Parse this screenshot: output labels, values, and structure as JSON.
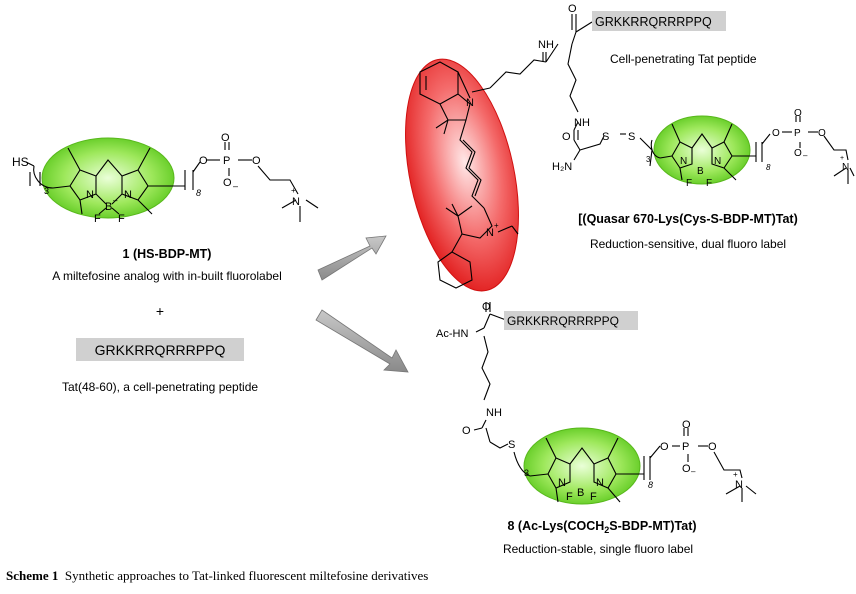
{
  "compound1": {
    "thiol": "HS",
    "chain_n": "3",
    "chain_8": "8",
    "ring_N1": "N",
    "ring_N2": "N",
    "boron": "B",
    "fluorine1": "F",
    "fluorine2": "F",
    "boron_charge": "–",
    "nitrogen_charge": "+",
    "phosphate_O_top": "O",
    "phosphate_O_left": "O",
    "phosphate_P": "P",
    "phosphate_O_right": "O",
    "phosphate_O_bottom": "O",
    "phosphate_minus": "–",
    "ammonium_N": "N",
    "label_number": "1",
    "label_name": "(HS-BDP-MT)",
    "description": "A miltefosine analog with in-built fluorolabel"
  },
  "plus_sign": "+",
  "tat": {
    "sequence": "GRKKRRQRRRPPQ",
    "description": "Tat(48-60), a cell-penetrating peptide"
  },
  "quasar_product": {
    "peptide_box": "GRKKRRQRRRPPQ",
    "carbonyl_O_top": "O",
    "amide_NH_top": "NH",
    "peptide_label": "Cell-penetrating Tat peptide",
    "amide_NH_mid": "NH",
    "carbonyl_O_mid": "O",
    "disulfide_S1": "S",
    "disulfide_S2": "S",
    "amine": "H₂N",
    "chain_n": "3",
    "chain_8": "8",
    "ring_N1": "N",
    "ring_N2": "N",
    "boron": "B",
    "fluorine1": "F",
    "fluorine2": "F",
    "phosphate_O_top": "O",
    "phosphate_O_left": "O",
    "phosphate_P": "P",
    "phosphate_O_right": "O",
    "phosphate_O_bottom": "O",
    "phosphate_minus": "–",
    "ammonium_N": "N",
    "nitrogen_charge": "+",
    "dye_N1": "N",
    "dye_N2": "N",
    "dye_N2_charge": "+",
    "label": "[(Quasar 670-Lys(Cys-S-BDP-MT)Tat)",
    "description": "Reduction-sensitive, dual fluoro label"
  },
  "ac_product": {
    "peptide_box": "GRKKRRQRRRPPQ",
    "carbonyl_O_top": "O",
    "acetyl_amine": "Ac-HN",
    "amide_NH": "NH",
    "carbonyl_O_mid": "O",
    "thioether_S": "S",
    "chain_n": "3",
    "chain_8": "8",
    "ring_N1": "N",
    "ring_N2": "N",
    "boron": "B",
    "fluorine1": "F",
    "fluorine2": "F",
    "phosphate_O_top": "O",
    "phosphate_O_left": "O",
    "phosphate_P": "P",
    "phosphate_O_right": "O",
    "phosphate_O_bottom": "O",
    "phosphate_minus": "–",
    "ammonium_N": "N",
    "nitrogen_charge": "+",
    "label_number": "8",
    "label_name_pre": "(Ac-Lys(COCH",
    "label_sub": "2",
    "label_name_post": "S-BDP-MT)Tat)",
    "description": "Reduction-stable, single fluoro label"
  },
  "caption": {
    "bold": "Scheme 1",
    "text": "Synthetic approaches to Tat-linked fluorescent miltefosine derivatives"
  },
  "colors": {
    "green_highlight": "#7fe03a",
    "red_highlight": "#f02a2a",
    "peptide_box": "#d0d0d0",
    "arrow": "#9a9a9a"
  }
}
